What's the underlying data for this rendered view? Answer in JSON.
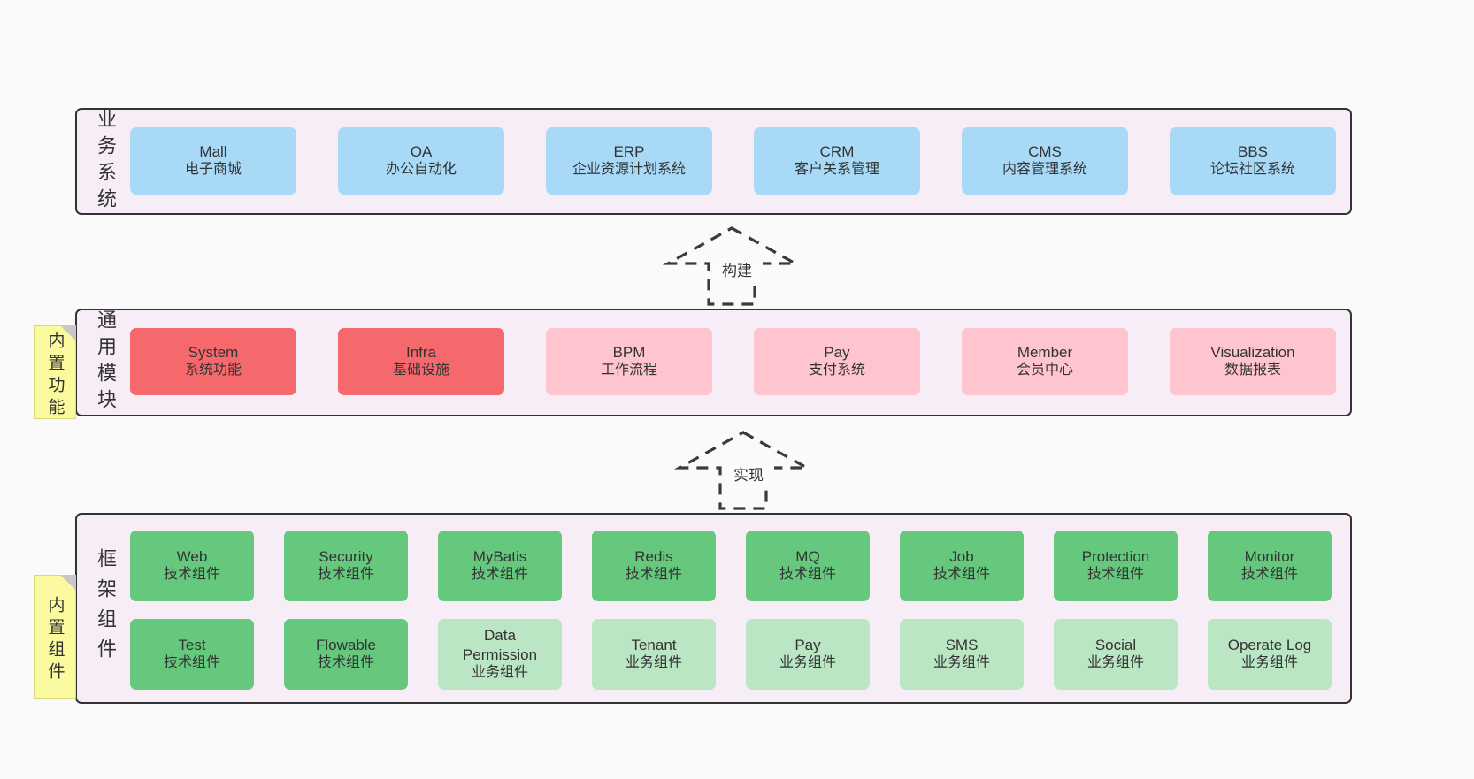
{
  "colors": {
    "page_background": "#fafafa",
    "section_fill": "#f7edf6",
    "section_border": "#333333",
    "box_blue": "#a8d9f7",
    "box_red": "#f5696d",
    "box_pink": "#ffc5ce",
    "box_green": "#65c87d",
    "box_light_green": "#bae6c4",
    "sticky_yellow": "#fbfa9e",
    "fold_gray": "#c8c8c8",
    "text": "#333333"
  },
  "arrows": [
    {
      "label": "构建"
    },
    {
      "label": "实现"
    }
  ],
  "sections": [
    {
      "label": "业务系统",
      "boxes": [
        {
          "name": "Mall",
          "desc": "电子商城"
        },
        {
          "name": "OA",
          "desc": "办公自动化"
        },
        {
          "name": "ERP",
          "desc": "企业资源计划系统"
        },
        {
          "name": "CRM",
          "desc": "客户关系管理"
        },
        {
          "name": "CMS",
          "desc": "内容管理系统"
        },
        {
          "name": "BBS",
          "desc": "论坛社区系统"
        }
      ]
    },
    {
      "label": "通用模块",
      "tag": "内置功能",
      "boxes": [
        {
          "name": "System",
          "desc": "系统功能"
        },
        {
          "name": "Infra",
          "desc": "基础设施"
        },
        {
          "name": "BPM",
          "desc": "工作流程"
        },
        {
          "name": "Pay",
          "desc": "支付系统"
        },
        {
          "name": "Member",
          "desc": "会员中心"
        },
        {
          "name": "Visualization",
          "desc": "数据报表"
        }
      ]
    },
    {
      "label": "框架组件",
      "tag": "内置组件",
      "rows": [
        [
          {
            "name": "Web",
            "desc": "技术组件"
          },
          {
            "name": "Security",
            "desc": "技术组件"
          },
          {
            "name": "MyBatis",
            "desc": "技术组件"
          },
          {
            "name": "Redis",
            "desc": "技术组件"
          },
          {
            "name": "MQ",
            "desc": "技术组件"
          },
          {
            "name": "Job",
            "desc": "技术组件"
          },
          {
            "name": "Protection",
            "desc": "技术组件"
          },
          {
            "name": "Monitor",
            "desc": "技术组件"
          }
        ],
        [
          {
            "name": "Test",
            "desc": "技术组件"
          },
          {
            "name": "Flowable",
            "desc": "技术组件"
          },
          {
            "name": "Data Permission",
            "desc": "业务组件"
          },
          {
            "name": "Tenant",
            "desc": "业务组件"
          },
          {
            "name": "Pay",
            "desc": "业务组件"
          },
          {
            "name": "SMS",
            "desc": "业务组件"
          },
          {
            "name": "Social",
            "desc": "业务组件"
          },
          {
            "name": "Operate Log",
            "desc": "业务组件"
          }
        ]
      ]
    }
  ]
}
